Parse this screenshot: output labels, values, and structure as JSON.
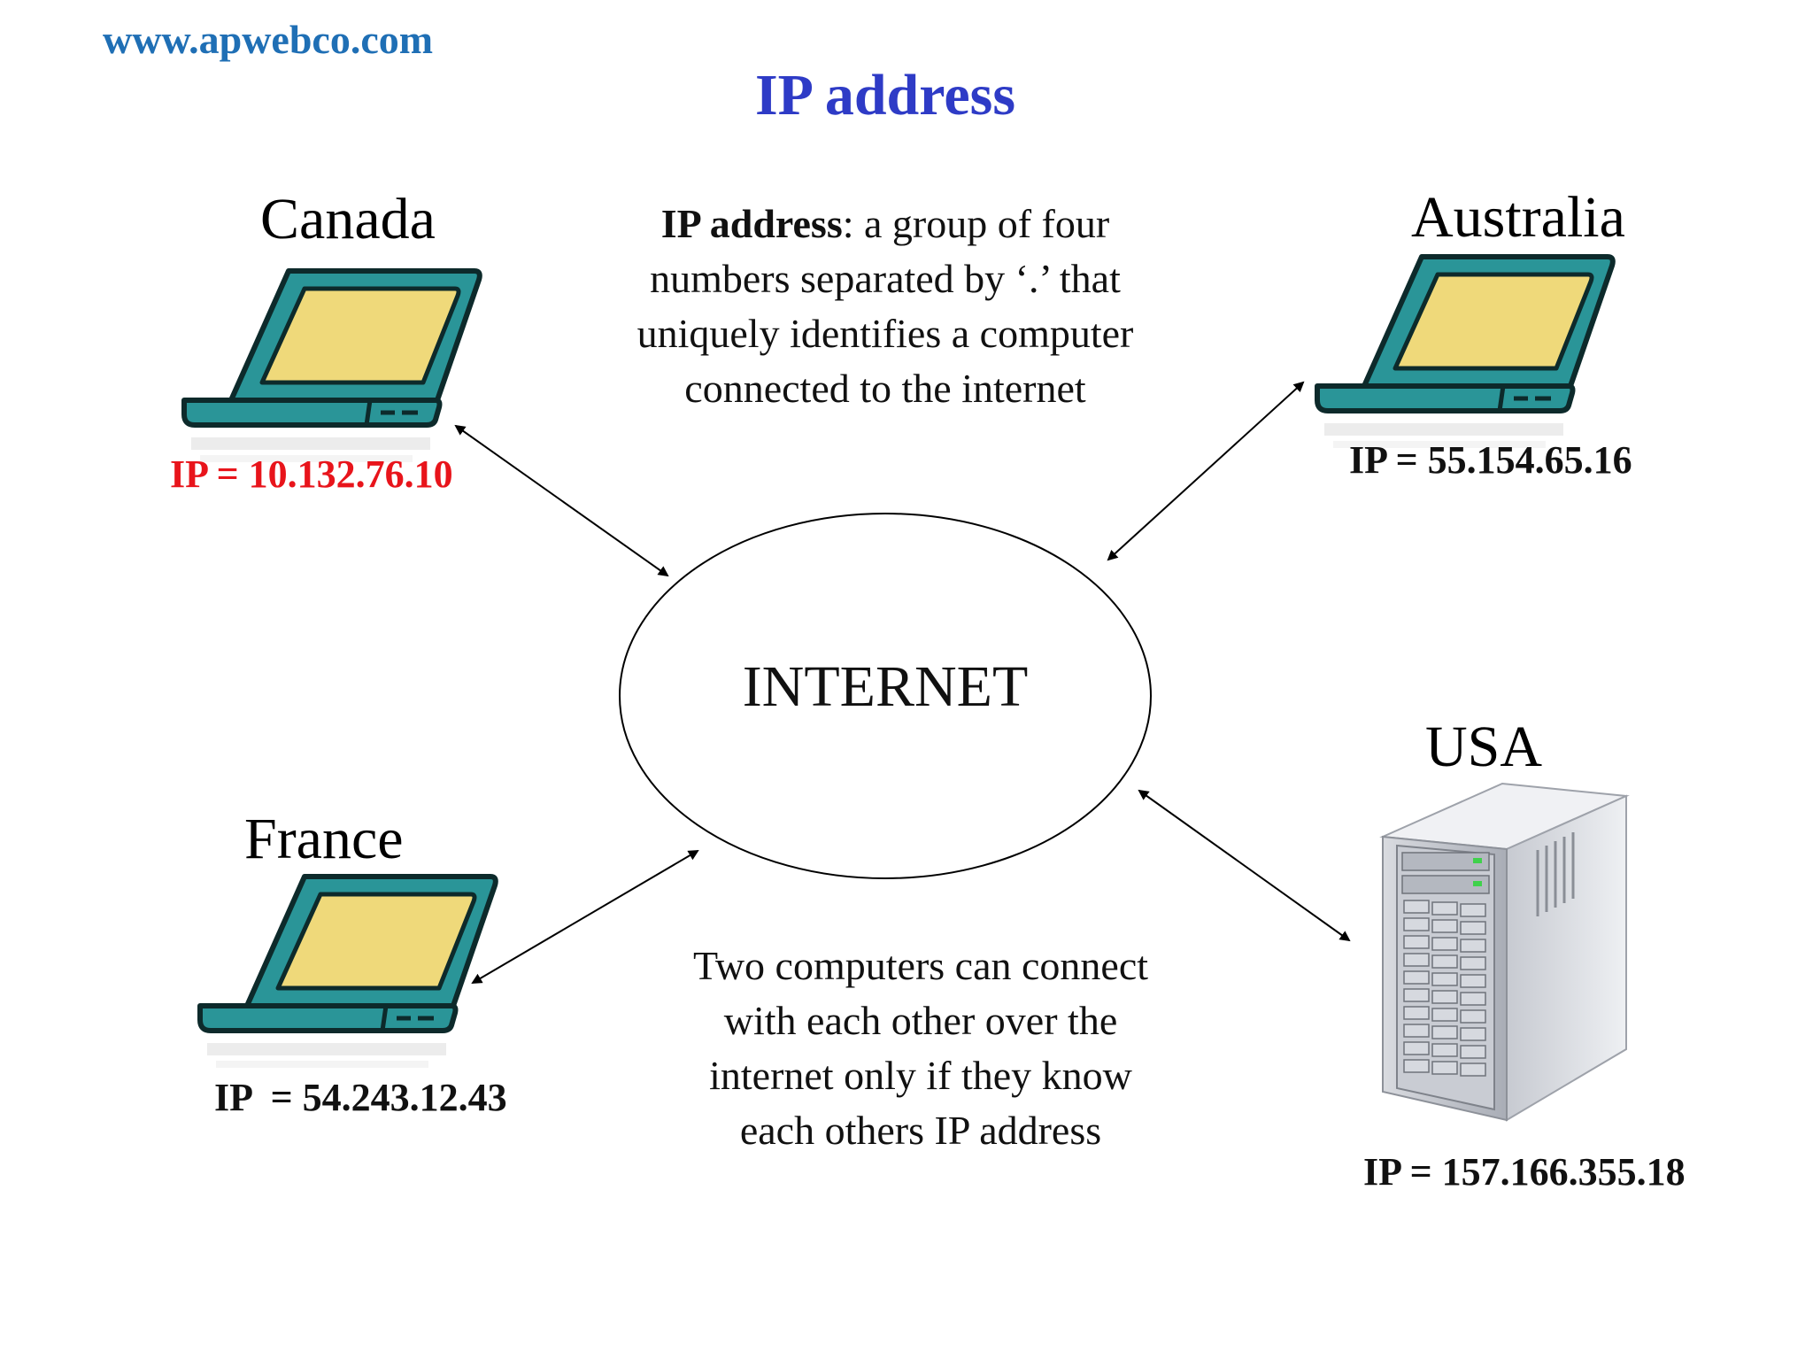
{
  "header": {
    "site_url": "www.apwebco.com",
    "title": "IP address"
  },
  "definition": {
    "term": "IP address",
    "text": ": a group of four numbers separated by ‘.’ that uniquely identifies a computer connected to the internet"
  },
  "network": {
    "center_label": "INTERNET",
    "nodes": [
      {
        "country": "Canada",
        "ip_text": "IP = 10.132.76.10",
        "device": "laptop-icon",
        "highlight_color": "#e8141b"
      },
      {
        "country": "Australia",
        "ip_text": "IP = 55.154.65.16",
        "device": "laptop-icon"
      },
      {
        "country": "France",
        "ip_text": "IP  = 54.243.12.43",
        "device": "laptop-icon"
      },
      {
        "country": "USA",
        "ip_text": "IP = 157.166.355.18",
        "device": "server-icon"
      }
    ]
  },
  "note": "Two computers can connect with each other over the internet only if they know each others IP address",
  "colors": {
    "laptop_body": "#2a9598",
    "laptop_screen": "#efd97a",
    "title_blue": "#2e3bc6",
    "url_blue": "#1f6fb5"
  }
}
